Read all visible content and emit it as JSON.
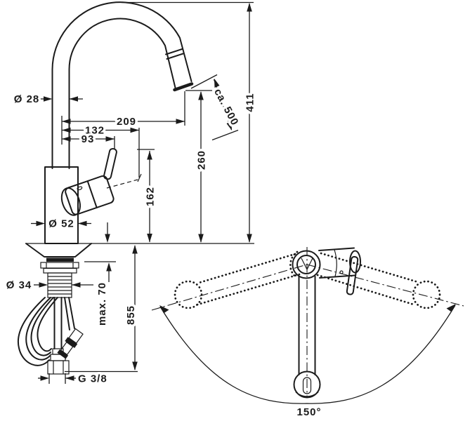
{
  "drawing_title": "kitchen-mixer-technical-drawing",
  "colors": {
    "ink": "#1b1b1b",
    "background": "#ffffff"
  },
  "side_view": {
    "dimensions": {
      "pipe_diameter": "Ø 28",
      "spout_reach": "209",
      "cartridge_reach": "132",
      "handle_reach": "93",
      "handle_height": "162",
      "outlet_height": "260",
      "total_height": "411",
      "pullout_hose_length": "ca. 500",
      "base_diameter": "Ø 52",
      "shank_diameter": "Ø 34",
      "max_deck_thickness": "max. 70",
      "hose_length": "855",
      "connection_thread": "G 3/8"
    }
  },
  "top_view": {
    "dimensions": {
      "swivel_angle": "150°"
    }
  }
}
